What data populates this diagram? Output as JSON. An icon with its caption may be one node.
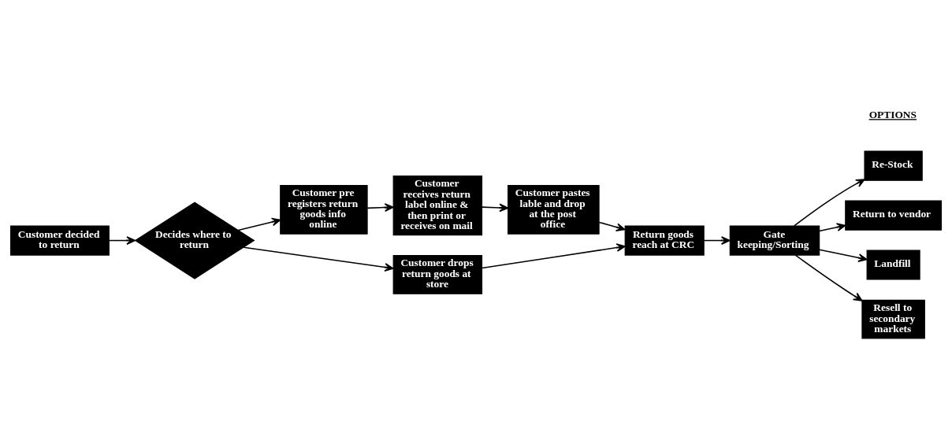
{
  "diagram": {
    "nodes": [
      {
        "text": [
          "Customer decided to return"
        ]
      },
      {
        "text": [
          "Decides where to return"
        ]
      },
      {
        "text": [
          "Customer pre registers return goods info online"
        ]
      },
      {
        "text": [
          "Customer receives return label online & then print or receives on mail"
        ]
      },
      {
        "text": [
          "Customer pastes lable and drop at the post office"
        ]
      },
      {
        "text": [
          "Customer drops return goods at store"
        ]
      },
      {
        "text": [
          "Return goods reach at CRC"
        ]
      },
      {
        "text": [
          "Gate keeping/Sorting"
        ]
      },
      {
        "text": [
          "Re-Stock"
        ]
      },
      {
        "text": [
          "Return to vendor"
        ]
      },
      {
        "text": [
          "Landfill"
        ]
      },
      {
        "text": [
          "Resell to secondary markets"
        ]
      }
    ],
    "edges": [
      {
        "from": 0,
        "to": 1,
        "arrow": "to"
      },
      {
        "from": 1,
        "to": 2,
        "arrow": "to"
      },
      {
        "from": 1,
        "to": 5,
        "arrow": "to"
      },
      {
        "from": 2,
        "to": 3,
        "arrow": "to"
      },
      {
        "from": 3,
        "to": 4,
        "arrow": "to"
      },
      {
        "from": 4,
        "to": 6,
        "arrow": "to"
      },
      {
        "from": 5,
        "to": 6,
        "arrow": "to"
      },
      {
        "from": 6,
        "to": 7,
        "arrow": "to"
      },
      {
        "from": 7,
        "to": 8,
        "arrow": "to"
      },
      {
        "from": 7,
        "to": 9,
        "arrow": "to"
      },
      {
        "from": 7,
        "to": 10,
        "arrow": "to"
      },
      {
        "from": 7,
        "to": 11,
        "arrow": "to"
      }
    ],
    "labels": [
      "OPTIONS"
    ]
  }
}
